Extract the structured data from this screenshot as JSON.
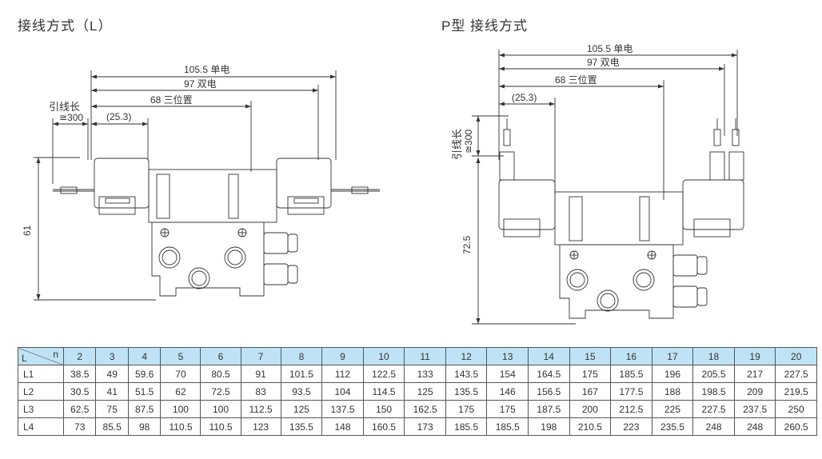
{
  "titles": {
    "left": "接线方式（L）",
    "right": "P型 接线方式"
  },
  "left_drawing": {
    "dim_single": "105.5 单电",
    "dim_double": "97 双电",
    "dim_three": "68 三位置",
    "dim_offset": "(25.3)",
    "lead_label": "引线长",
    "lead_value": "≅300",
    "height": "61"
  },
  "right_drawing": {
    "dim_single": "105.5 单电",
    "dim_double": "97 双电",
    "dim_three": "68 三位置",
    "dim_offset": "(25.3)",
    "lead_label": "引线长",
    "lead_value": "≅300",
    "height": "72.5"
  },
  "table": {
    "corner_n": "n",
    "corner_l": "L",
    "header": [
      "2",
      "3",
      "4",
      "5",
      "6",
      "7",
      "8",
      "9",
      "10",
      "11",
      "12",
      "13",
      "14",
      "15",
      "16",
      "17",
      "18",
      "19",
      "20"
    ],
    "rows": [
      {
        "label": "L1",
        "values": [
          "38.5",
          "49",
          "59.6",
          "70",
          "80.5",
          "91",
          "101.5",
          "112",
          "122.5",
          "133",
          "143.5",
          "154",
          "164.5",
          "175",
          "185.5",
          "196",
          "205.5",
          "217",
          "227.5"
        ]
      },
      {
        "label": "L2",
        "values": [
          "30.5",
          "41",
          "51.5",
          "62",
          "72.5",
          "83",
          "93.5",
          "104",
          "114.5",
          "125",
          "135.5",
          "146",
          "156.5",
          "167",
          "177.5",
          "188",
          "198.5",
          "209",
          "219.5"
        ]
      },
      {
        "label": "L3",
        "values": [
          "62.5",
          "75",
          "87.5",
          "100",
          "100",
          "112.5",
          "125",
          "137.5",
          "150",
          "162.5",
          "175",
          "175",
          "187.5",
          "200",
          "212.5",
          "225",
          "227.5",
          "237.5",
          "250"
        ]
      },
      {
        "label": "L4",
        "values": [
          "73",
          "85.5",
          "98",
          "110.5",
          "110.5",
          "123",
          "135.5",
          "148",
          "160.5",
          "173",
          "185.5",
          "185.5",
          "198",
          "210.5",
          "223",
          "235.5",
          "248",
          "248",
          "260.5"
        ]
      }
    ]
  },
  "colors": {
    "header_bg": "#bfe3f5",
    "line": "#333333"
  }
}
